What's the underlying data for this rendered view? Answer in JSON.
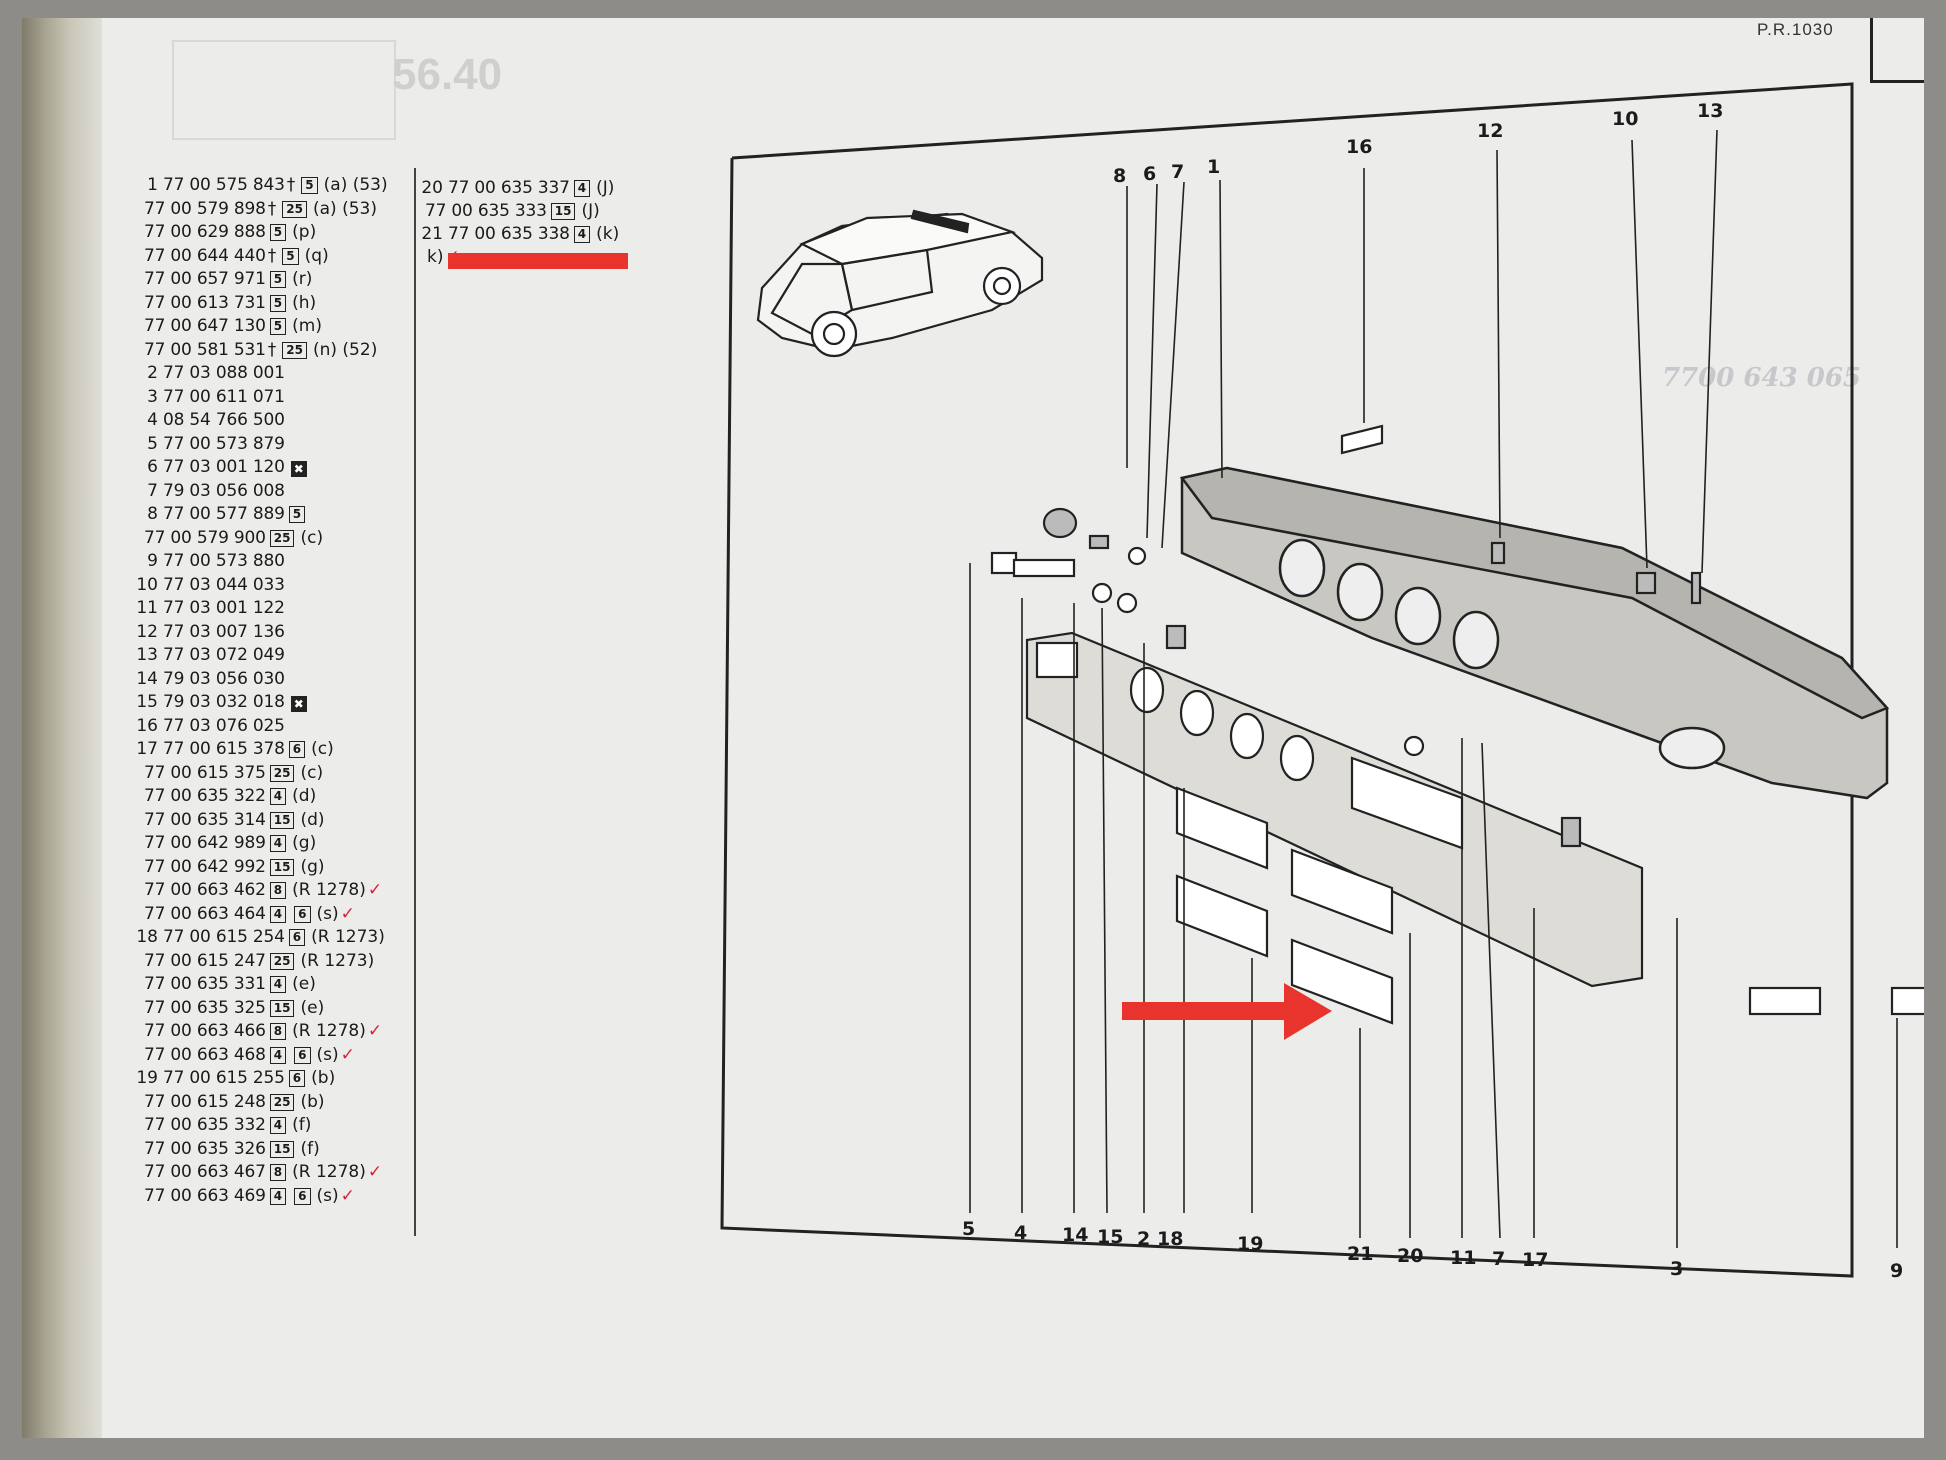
{
  "header": {
    "ref": "P.R.1030"
  },
  "parts_col1": [
    {
      "idx": "1",
      "pn": "77 00 575 843",
      "dagger": true,
      "icons": [
        "5"
      ],
      "ann": "(a) (53)",
      "tick": false
    },
    {
      "idx": "",
      "pn": "77 00 579 898",
      "dagger": true,
      "icons": [
        "25"
      ],
      "ann": "(a) (53)",
      "tick": false
    },
    {
      "idx": "",
      "pn": "77 00 629 888",
      "dagger": false,
      "icons": [
        "5"
      ],
      "ann": "(p)",
      "tick": false
    },
    {
      "idx": "",
      "pn": "77 00 644 440",
      "dagger": true,
      "icons": [
        "5"
      ],
      "ann": "(q)",
      "tick": false
    },
    {
      "idx": "",
      "pn": "77 00 657 971",
      "dagger": false,
      "icons": [
        "5"
      ],
      "ann": "(r)",
      "tick": false
    },
    {
      "idx": "",
      "pn": "77 00 613 731",
      "dagger": false,
      "icons": [
        "5"
      ],
      "ann": "(h)",
      "tick": false
    },
    {
      "idx": "",
      "pn": "77 00 647 130",
      "dagger": false,
      "icons": [
        "5"
      ],
      "ann": "(m)",
      "tick": false
    },
    {
      "idx": "",
      "pn": "77 00 581 531",
      "dagger": true,
      "icons": [
        "25"
      ],
      "ann": "(n) (52)",
      "tick": false
    },
    {
      "idx": "2",
      "pn": "77 03 088 001",
      "dagger": false,
      "icons": [],
      "ann": "",
      "tick": false
    },
    {
      "idx": "3",
      "pn": "77 00 611 071",
      "dagger": false,
      "icons": [],
      "ann": "",
      "tick": false
    },
    {
      "idx": "4",
      "pn": "08 54 766 500",
      "dagger": false,
      "icons": [],
      "ann": "",
      "tick": false
    },
    {
      "idx": "5",
      "pn": "77 00 573 879",
      "dagger": false,
      "icons": [],
      "ann": "",
      "tick": false
    },
    {
      "idx": "6",
      "pn": "77 03 001 120",
      "dagger": false,
      "icons": [],
      "ann": "",
      "x": true,
      "tick": false
    },
    {
      "idx": "7",
      "pn": "79 03 056 008",
      "dagger": false,
      "icons": [],
      "ann": "",
      "tick": false
    },
    {
      "idx": "8",
      "pn": "77 00 577 889",
      "dagger": false,
      "icons": [
        "5"
      ],
      "ann": "",
      "tick": false
    },
    {
      "idx": "",
      "pn": "77 00 579 900",
      "dagger": false,
      "icons": [
        "25"
      ],
      "ann": "(c)",
      "tick": false
    },
    {
      "idx": "9",
      "pn": "77 00 573 880",
      "dagger": false,
      "icons": [],
      "ann": "",
      "tick": false
    },
    {
      "idx": "10",
      "pn": "77 03 044 033",
      "dagger": false,
      "icons": [],
      "ann": "",
      "tick": false
    },
    {
      "idx": "11",
      "pn": "77 03 001 122",
      "dagger": false,
      "icons": [],
      "ann": "",
      "tick": false
    },
    {
      "idx": "12",
      "pn": "77 03 007 136",
      "dagger": false,
      "icons": [],
      "ann": "",
      "tick": false
    },
    {
      "idx": "13",
      "pn": "77 03 072 049",
      "dagger": false,
      "icons": [],
      "ann": "",
      "tick": false
    },
    {
      "idx": "14",
      "pn": "79 03 056 030",
      "dagger": false,
      "icons": [],
      "ann": "",
      "tick": false
    },
    {
      "idx": "15",
      "pn": "79 03 032 018",
      "dagger": false,
      "icons": [],
      "ann": "",
      "x": true,
      "tick": false
    },
    {
      "idx": "16",
      "pn": "77 03 076 025",
      "dagger": false,
      "icons": [],
      "ann": "",
      "tick": false
    },
    {
      "idx": "17",
      "pn": "77 00 615 378",
      "dagger": false,
      "icons": [
        "6"
      ],
      "ann": "(c)",
      "tick": false
    },
    {
      "idx": "",
      "pn": "77 00 615 375",
      "dagger": false,
      "icons": [
        "25"
      ],
      "ann": "(c)",
      "tick": false
    },
    {
      "idx": "",
      "pn": "77 00 635 322",
      "dagger": false,
      "icons": [
        "4"
      ],
      "ann": "(d)",
      "tick": false
    },
    {
      "idx": "",
      "pn": "77 00 635 314",
      "dagger": false,
      "icons": [
        "15"
      ],
      "ann": "(d)",
      "tick": false
    },
    {
      "idx": "",
      "pn": "77 00 642 989",
      "dagger": false,
      "icons": [
        "4"
      ],
      "ann": "(g)",
      "tick": false
    },
    {
      "idx": "",
      "pn": "77 00 642 992",
      "dagger": false,
      "icons": [
        "15"
      ],
      "ann": "(g)",
      "tick": false
    },
    {
      "idx": "",
      "pn": "77 00 663 462",
      "dagger": false,
      "icons": [
        "8"
      ],
      "ann": "(R 1278)",
      "tick": true
    },
    {
      "idx": "",
      "pn": "77 00 663 464",
      "dagger": false,
      "icons": [
        "4",
        "6"
      ],
      "ann": "(s)",
      "tick": true
    },
    {
      "idx": "18",
      "pn": "77 00 615 254",
      "dagger": false,
      "icons": [
        "6"
      ],
      "ann": "(R 1273)",
      "tick": false
    },
    {
      "idx": "",
      "pn": "77 00 615 247",
      "dagger": false,
      "icons": [
        "25"
      ],
      "ann": "(R 1273)",
      "tick": false
    },
    {
      "idx": "",
      "pn": "77 00 635 331",
      "dagger": false,
      "icons": [
        "4"
      ],
      "ann": "(e)",
      "tick": false
    },
    {
      "idx": "",
      "pn": "77 00 635 325",
      "dagger": false,
      "icons": [
        "15"
      ],
      "ann": "(e)",
      "tick": false
    },
    {
      "idx": "",
      "pn": "77 00 663 466",
      "dagger": false,
      "icons": [
        "8"
      ],
      "ann": "(R 1278)",
      "tick": true
    },
    {
      "idx": "",
      "pn": "77 00 663 468",
      "dagger": false,
      "icons": [
        "4",
        "6"
      ],
      "ann": "(s)",
      "tick": true
    },
    {
      "idx": "19",
      "pn": "77 00 615 255",
      "dagger": false,
      "icons": [
        "6"
      ],
      "ann": "(b)",
      "tick": false
    },
    {
      "idx": "",
      "pn": "77 00 615 248",
      "dagger": false,
      "icons": [
        "25"
      ],
      "ann": "(b)",
      "tick": false
    },
    {
      "idx": "",
      "pn": "77 00 635 332",
      "dagger": false,
      "icons": [
        "4"
      ],
      "ann": "(f)",
      "tick": false
    },
    {
      "idx": "",
      "pn": "77 00 635 326",
      "dagger": false,
      "icons": [
        "15"
      ],
      "ann": "(f)",
      "tick": false
    },
    {
      "idx": "",
      "pn": "77 00 663 467",
      "dagger": false,
      "icons": [
        "8"
      ],
      "ann": "(R 1278)",
      "tick": true
    },
    {
      "idx": "",
      "pn": "77 00 663 469",
      "dagger": false,
      "icons": [
        "4",
        "6"
      ],
      "ann": "(s)",
      "tick": true
    }
  ],
  "parts_col2": [
    {
      "idx": "20",
      "pn": "77 00 635 337",
      "icons": [
        "4"
      ],
      "ann": "(J)",
      "tick": false
    },
    {
      "idx": "",
      "pn": "77 00 635 333",
      "icons": [
        "15"
      ],
      "ann": "(J)",
      "tick": false
    },
    {
      "idx": "21",
      "pn": "77 00 635 338",
      "icons": [
        "4"
      ],
      "ann": "(k)",
      "tick": false
    },
    {
      "idx": "",
      "pn": "",
      "icons": [],
      "ann": "k)",
      "tick": true
    }
  ],
  "callouts_top": [
    "8",
    "6",
    "7",
    "1",
    "16",
    "12",
    "10",
    "13"
  ],
  "callouts_bottom": [
    "5",
    "4",
    "14",
    "15",
    "2",
    "18",
    "19",
    "21",
    "20",
    "11",
    "7",
    "17",
    "3",
    "9"
  ],
  "colors": {
    "highlight": "#e8342d",
    "tick": "#d8203a",
    "ink": "#1b1b1b"
  },
  "ghost": {
    "num": "56.40",
    "hand": "7700 643 065"
  }
}
